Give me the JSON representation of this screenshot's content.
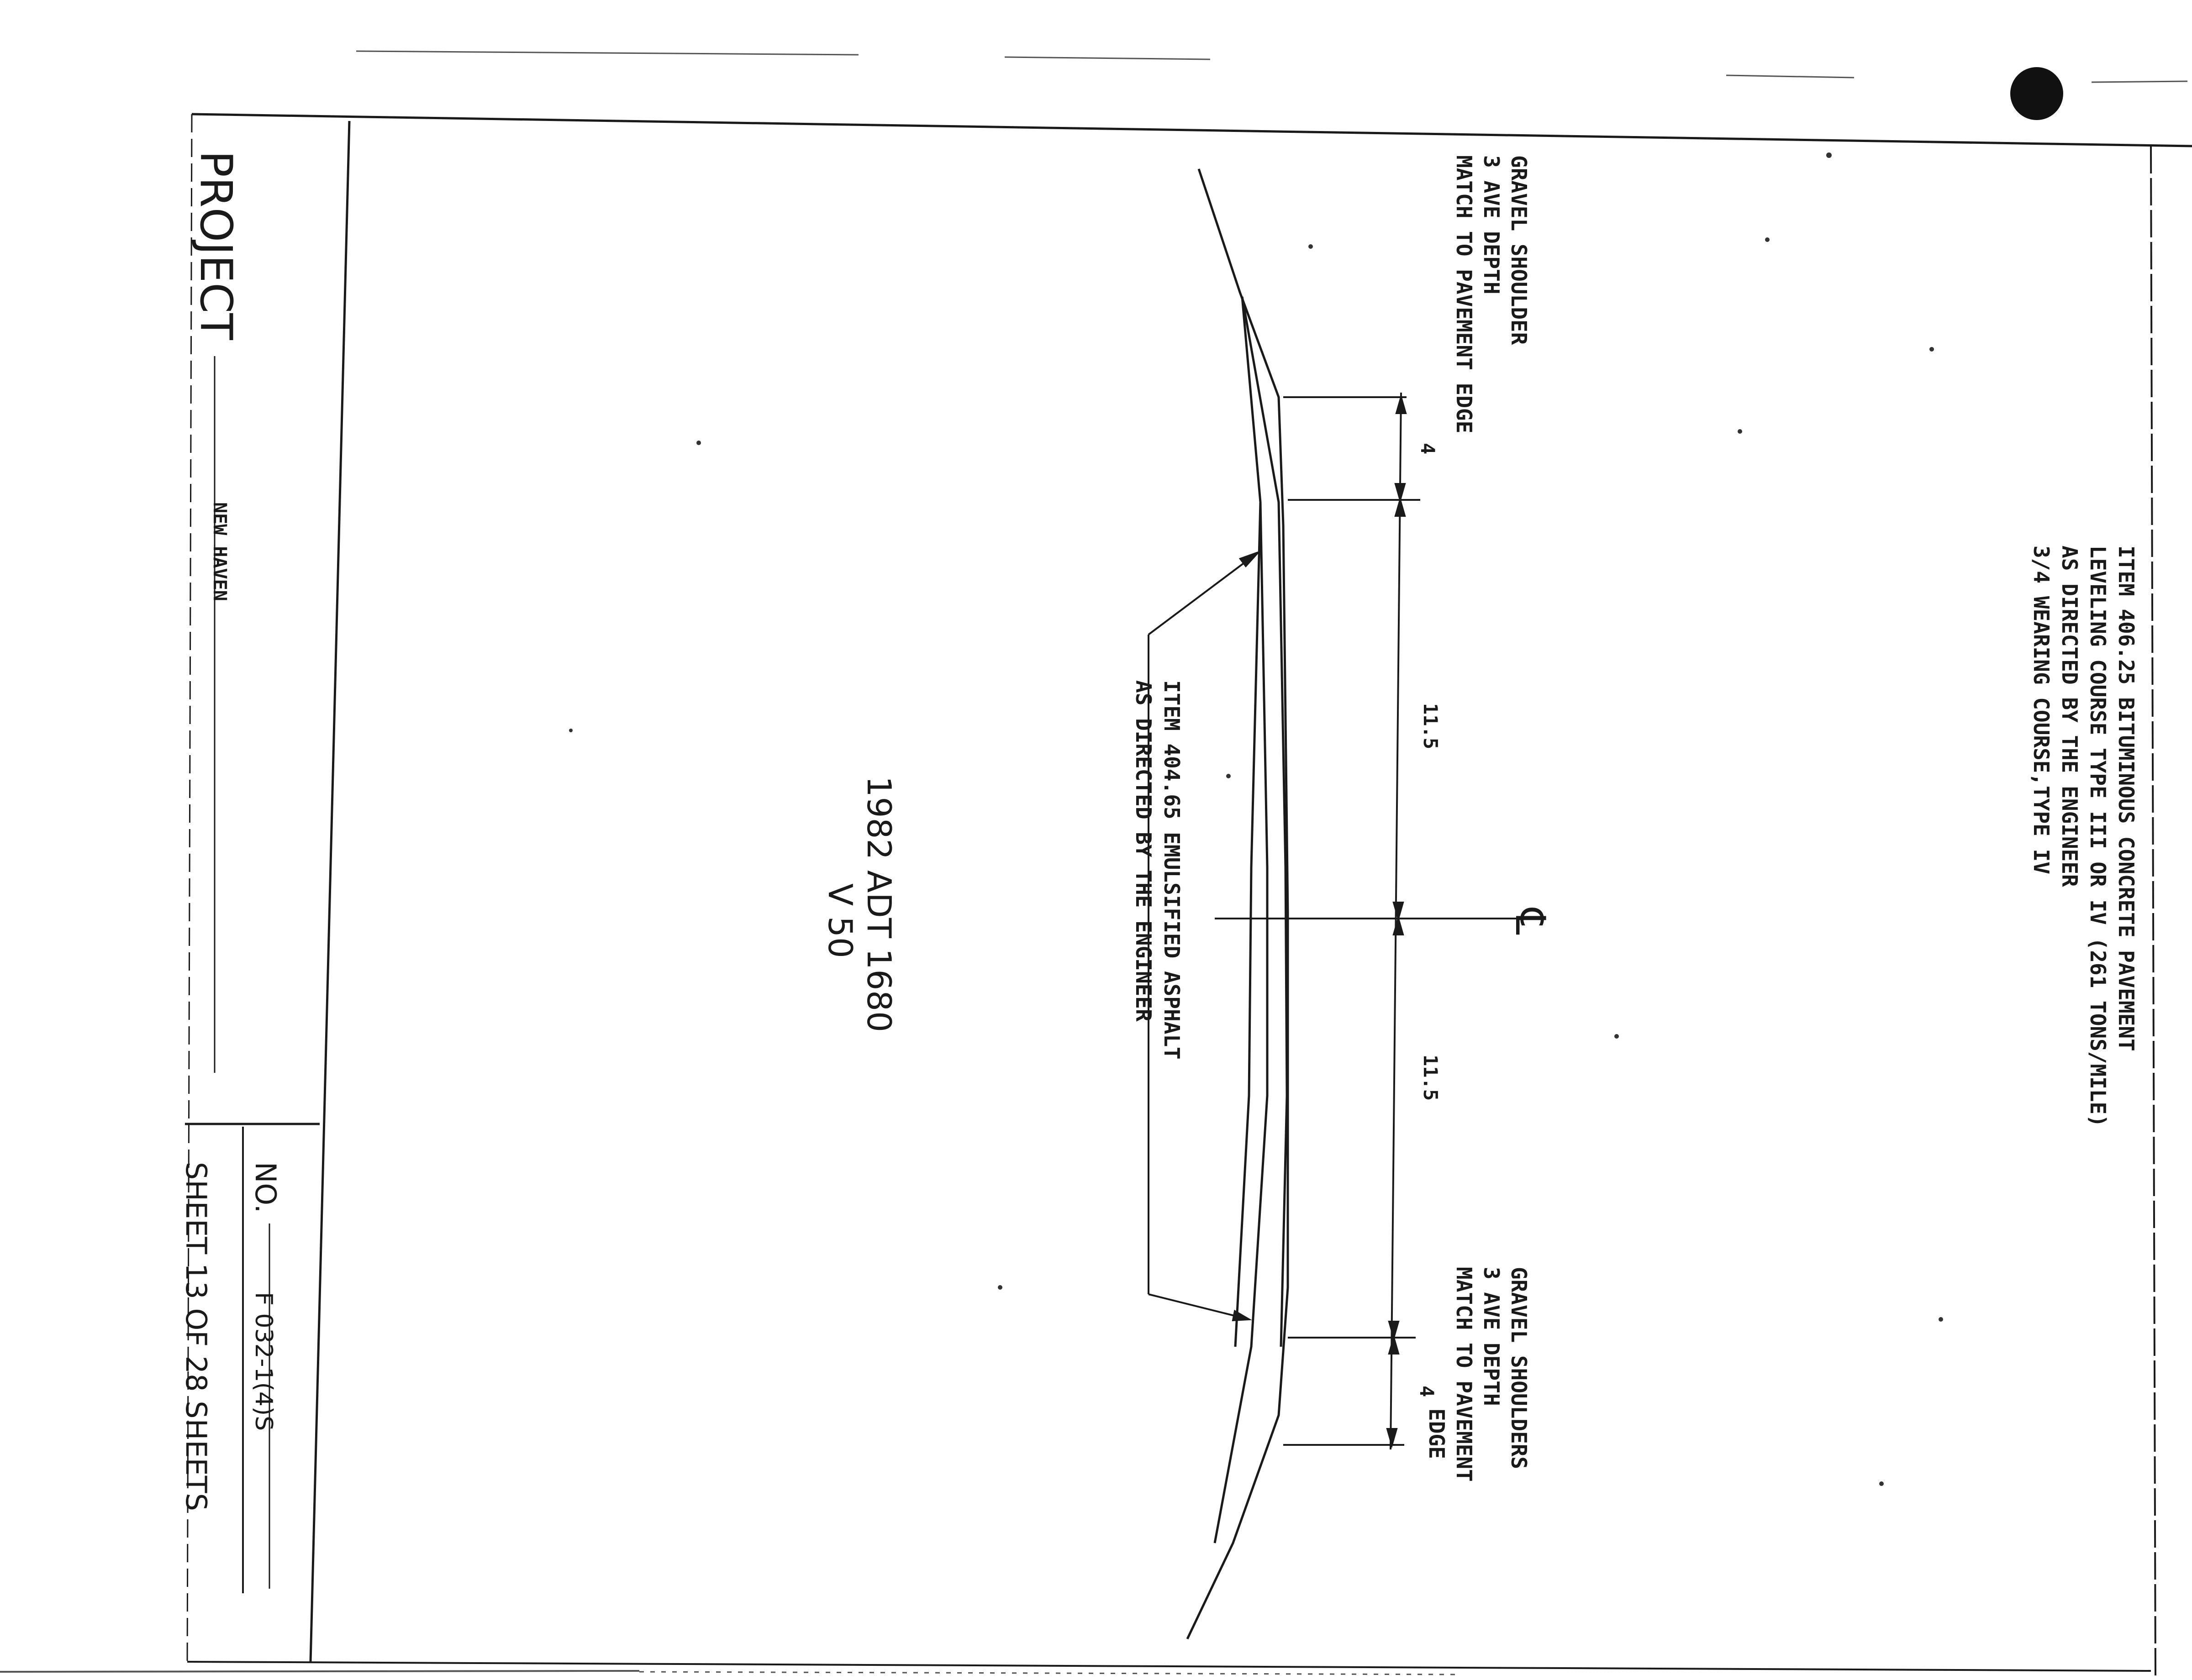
{
  "note_top": {
    "lines": [
      "ITEM 406.25 BITUMINOUS CONCRETE PAVEMENT",
      "LEVELING COURSE TYPE III OR IV (261 TONS/MILE)",
      "AS DIRECTED BY THE ENGINEER",
      "3/4 WEARING COURSE,TYPE IV"
    ]
  },
  "shoulder_left": {
    "lines": [
      "GRAVEL SHOULDER",
      "3 AVE DEPTH",
      "MATCH TO PAVEMENT EDGE"
    ]
  },
  "shoulder_right": {
    "lines": [
      "GRAVEL SHOULDERS",
      "3 AVE DEPTH",
      "MATCH TO PAVEMENT",
      "EDGE"
    ]
  },
  "dimensions": {
    "shoulder_left": "4",
    "lane_left": "11.5",
    "lane_right": "11.5",
    "shoulder_right": "4"
  },
  "centerline_symbol": "℄",
  "emulsion_note": {
    "lines": [
      "ITEM 404.65 EMULSIFIED ASPHALT",
      "AS DIRECTED BY THE ENGINEER"
    ]
  },
  "traffic_note": {
    "adt": "1982 ADT 1680",
    "speed": "V 50"
  },
  "title_block": {
    "project_label": "PROJECT",
    "project_name": "NEW HAVEN",
    "number_label": "NO.",
    "number_value": "F 032-1(4)S",
    "sheet_text": "SHEET 13 OF 28 SHEETS"
  },
  "colors": {
    "ink": "#1a1a1a",
    "paper": "#ffffff"
  }
}
